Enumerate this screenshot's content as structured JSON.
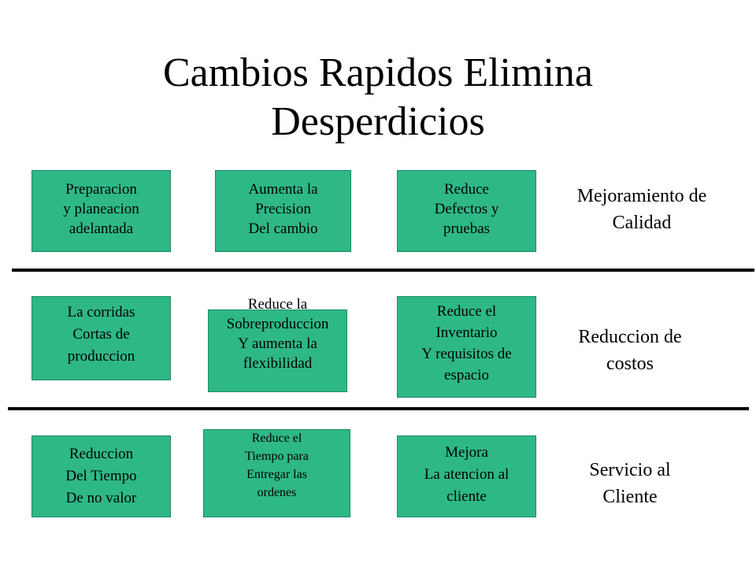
{
  "title": "Cambios Rapidos Elimina\nDesperdicios",
  "rows": [
    {
      "boxes": [
        "Preparacion\ny planeacion\nadelantada",
        "Aumenta la\nPrecision\nDel cambio",
        "Reduce\nDefectos y\npruebas"
      ],
      "label": "Mejoramiento de\nCalidad"
    },
    {
      "boxes": [
        "La corridas\nCortas de\nproduccion",
        "Reduce la\nSobreproduccion\nY aumenta la\nflexibilidad",
        "Reduce el\nInventario\nY requisitos de\nespacio"
      ],
      "label": "Reduccion de\ncostos"
    },
    {
      "boxes": [
        "Reduccion\nDel Tiempo\nDe no valor",
        "Reduce el\nTiempo para\nEntregar las\nordenes",
        "Mejora\nLa atencion al\ncliente"
      ],
      "label": "Servicio al\nCliente"
    }
  ],
  "colors": {
    "box_fill": "#2eb886",
    "divider": "#000000",
    "text": "#000000"
  }
}
